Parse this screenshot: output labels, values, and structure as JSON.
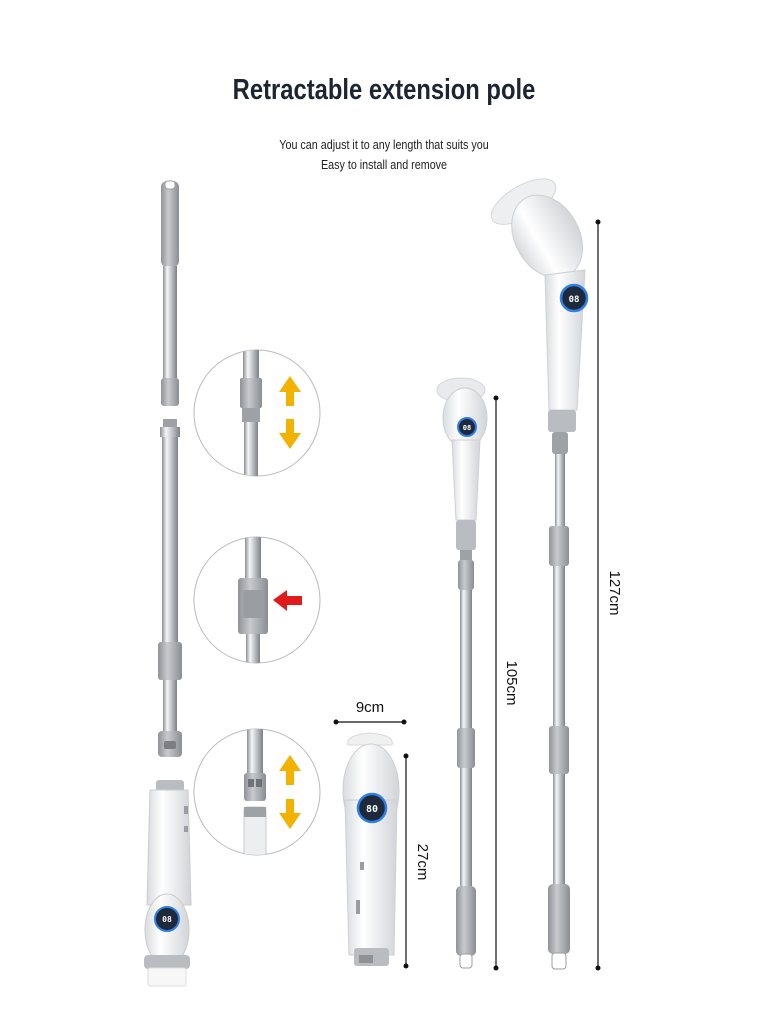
{
  "heading": {
    "title": "Retractable extension pole",
    "line1": "You can adjust it to any length that suits you",
    "line2": "Easy to install and remove"
  },
  "dimensions": {
    "width": "9cm",
    "head_length": "27cm",
    "mid_length": "105cm",
    "full_length": "127cm"
  },
  "displays": {
    "left": "08",
    "small": "08",
    "mid": "80",
    "large": "08"
  },
  "colors": {
    "arrow_adjust": "#f2b300",
    "arrow_press": "#e11b1b",
    "body": "#f2f3f4",
    "grip": "#a9acb0",
    "display": "#1e2a3c",
    "display_ring": "#2f7fe6"
  },
  "icons": [
    "arrow-up-icon",
    "arrow-down-icon",
    "arrow-left-icon"
  ]
}
